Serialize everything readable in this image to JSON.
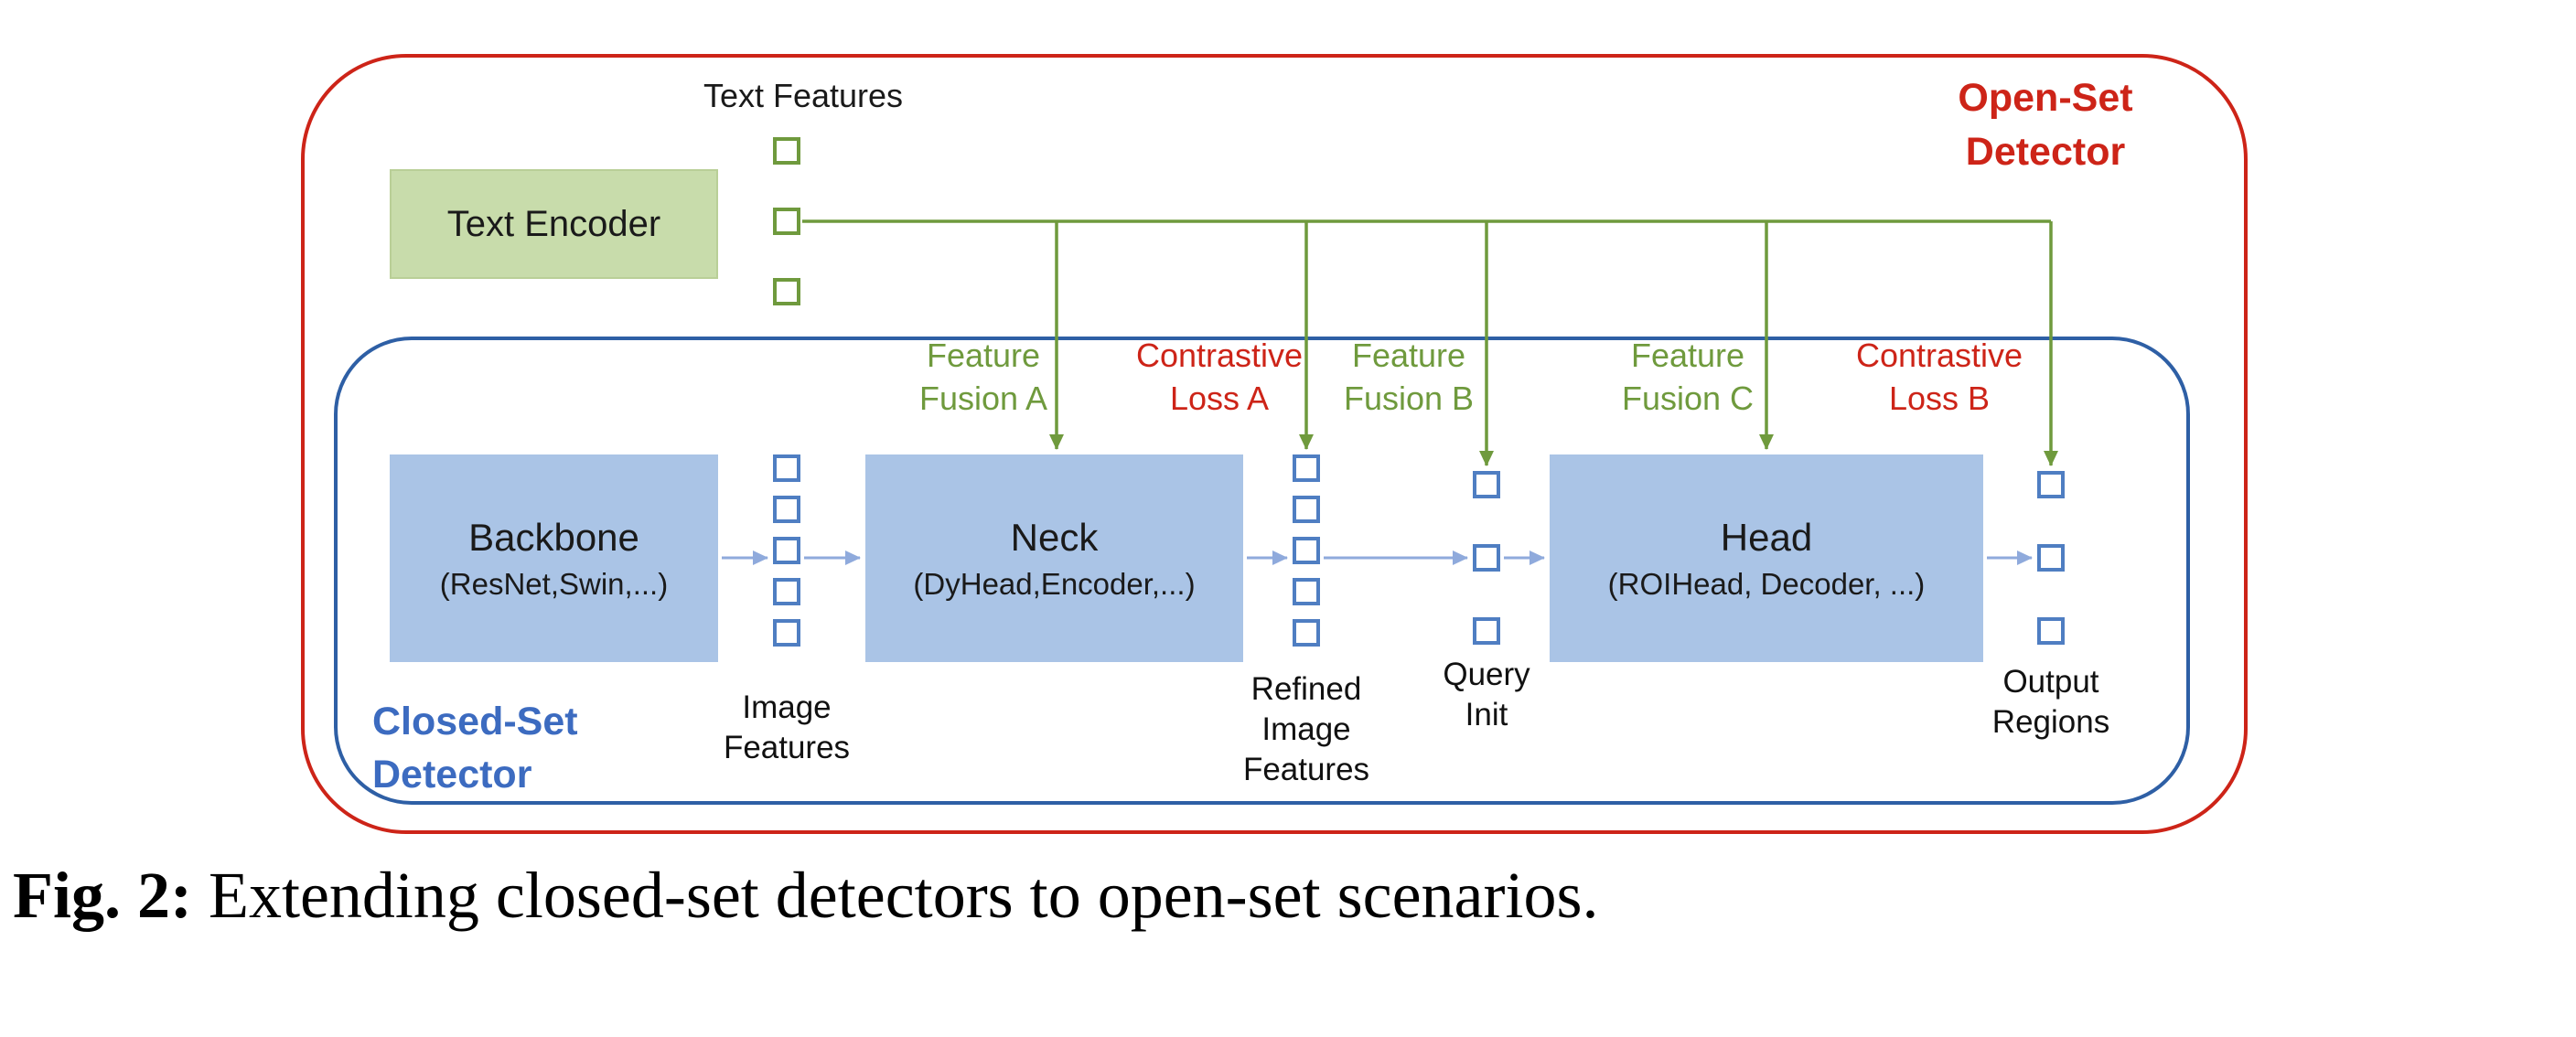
{
  "figure": {
    "caption_label": "Fig. 2:",
    "caption_text": "Extending closed-set detectors to open-set scenarios."
  },
  "open_set_detector": {
    "line1": "Open-Set",
    "line2": "Detector"
  },
  "closed_set_detector": {
    "line1": "Closed-Set",
    "line2": "Detector"
  },
  "text_encoder": {
    "label": "Text Encoder"
  },
  "text_features": {
    "label": "Text Features"
  },
  "blocks": {
    "backbone": {
      "title": "Backbone",
      "subtitle": "(ResNet,Swin,...)"
    },
    "neck": {
      "title": "Neck",
      "subtitle": "(DyHead,Encoder,...)"
    },
    "head": {
      "title": "Head",
      "subtitle": "(ROIHead, Decoder, ...)"
    }
  },
  "connections": {
    "feature_fusion_a": {
      "line1": "Feature",
      "line2": "Fusion A"
    },
    "contrastive_loss_a": {
      "line1": "Contrastive",
      "line2": "Loss A"
    },
    "feature_fusion_b": {
      "line1": "Feature",
      "line2": "Fusion B"
    },
    "feature_fusion_c": {
      "line1": "Feature",
      "line2": "Fusion C"
    },
    "contrastive_loss_b": {
      "line1": "Contrastive",
      "line2": "Loss B"
    }
  },
  "feature_columns": {
    "image_features": {
      "line1": "Image",
      "line2": "Features"
    },
    "refined_image_features": {
      "line1": "Refined",
      "line2": "Image",
      "line3": "Features"
    },
    "query_init": {
      "line1": "Query",
      "line2": "Init"
    },
    "output_regions": {
      "line1": "Output",
      "line2": "Regions"
    }
  },
  "colors": {
    "red": "#cd2418",
    "green": "#6f9a3d",
    "green_fill": "#c8dcab",
    "blue_border": "#2e5fa5",
    "blue_text": "#3c6bc0",
    "blue_fill": "#aac4e6",
    "blue_square": "#4f7ec2",
    "blue_arrow": "#8faadc"
  }
}
